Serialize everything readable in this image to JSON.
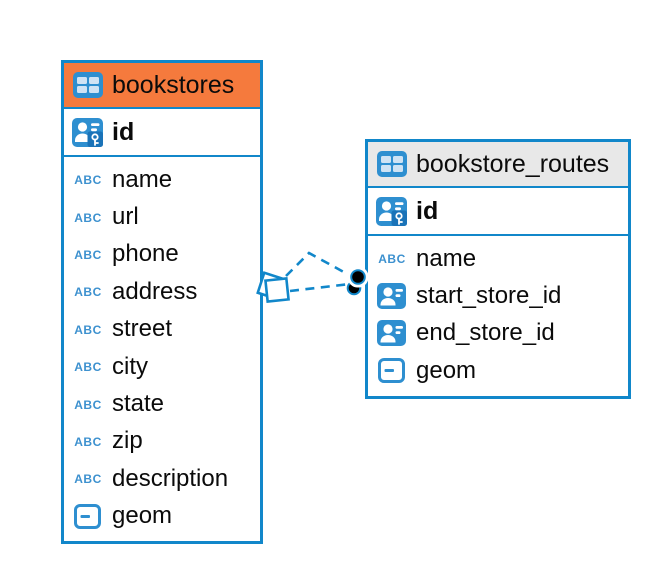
{
  "colors": {
    "accent_blue": "#1187ca",
    "icon_blue": "#2e8fd0",
    "icon_blue_dark": "#1a73b8",
    "abc_blue": "#3d91cf",
    "cell_white": "#cfe3f4",
    "header_orange": "#f57a3d",
    "header_gray": "#e8e8e8",
    "text_black": "#0b0b0b",
    "marker_black": "#000000",
    "canvas_white": "#ffffff"
  },
  "tables": [
    {
      "name": "bookstores",
      "header_style": "orange",
      "table_icon": "table-icon",
      "primary_key": {
        "label": "id",
        "icon": "primary-key-icon"
      },
      "fields": [
        {
          "label": "name",
          "icon": "text-type-icon"
        },
        {
          "label": "url",
          "icon": "text-type-icon"
        },
        {
          "label": "phone",
          "icon": "text-type-icon"
        },
        {
          "label": "address",
          "icon": "text-type-icon"
        },
        {
          "label": "street",
          "icon": "text-type-icon"
        },
        {
          "label": "city",
          "icon": "text-type-icon"
        },
        {
          "label": "state",
          "icon": "text-type-icon"
        },
        {
          "label": "zip",
          "icon": "text-type-icon"
        },
        {
          "label": "description",
          "icon": "text-type-icon"
        },
        {
          "label": "geom",
          "icon": "geometry-type-icon"
        }
      ]
    },
    {
      "name": "bookstore_routes",
      "header_style": "gray",
      "table_icon": "table-icon",
      "primary_key": {
        "label": "id",
        "icon": "primary-key-icon"
      },
      "fields": [
        {
          "label": "name",
          "icon": "text-type-icon"
        },
        {
          "label": "start_store_id",
          "icon": "foreign-key-icon"
        },
        {
          "label": "end_store_id",
          "icon": "foreign-key-icon"
        },
        {
          "label": "geom",
          "icon": "geometry-type-icon"
        }
      ]
    }
  ],
  "relationship": {
    "from_table": "bookstores",
    "to_table": "bookstore_routes",
    "line_style": "dashed",
    "line_count": 2,
    "source_marker": "stacked-diamond-marker",
    "target_marker": "stacked-dot-marker"
  }
}
